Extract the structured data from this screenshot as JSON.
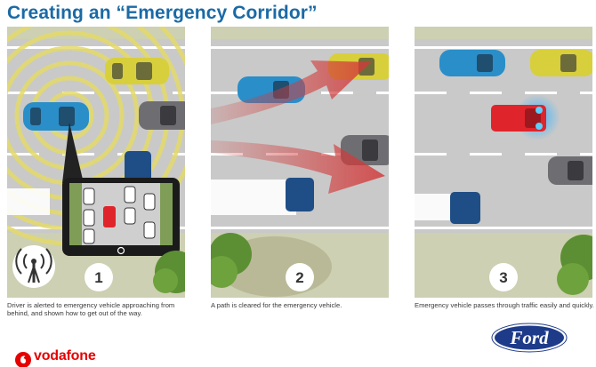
{
  "title": "Creating an “Emergency Corridor”",
  "panels": [
    {
      "step": "1",
      "caption": "Driver is alerted to emergency vehicle approaching from behind, and shown how to get out of the way."
    },
    {
      "step": "2",
      "caption": "A path is cleared for the emergency vehicle."
    },
    {
      "step": "3",
      "caption": "Emergency vehicle passes through traffic easily and quickly."
    }
  ],
  "logos": {
    "vodafone": "vodafone",
    "ford": "Ford"
  },
  "colors": {
    "title": "#1a6aa6",
    "vodafone_red": "#e60000",
    "ford_blue": "#1e3b8a",
    "road": "#c9c9c9",
    "grass": "#cdd0b2",
    "arrow_red": "#d23a3a",
    "emergency_red": "#e0242b"
  },
  "icons": [
    "signal-tower-icon",
    "car-icon",
    "emergency-vehicle-icon",
    "arrow-icon",
    "tree-icon",
    "phone-screen-icon"
  ]
}
